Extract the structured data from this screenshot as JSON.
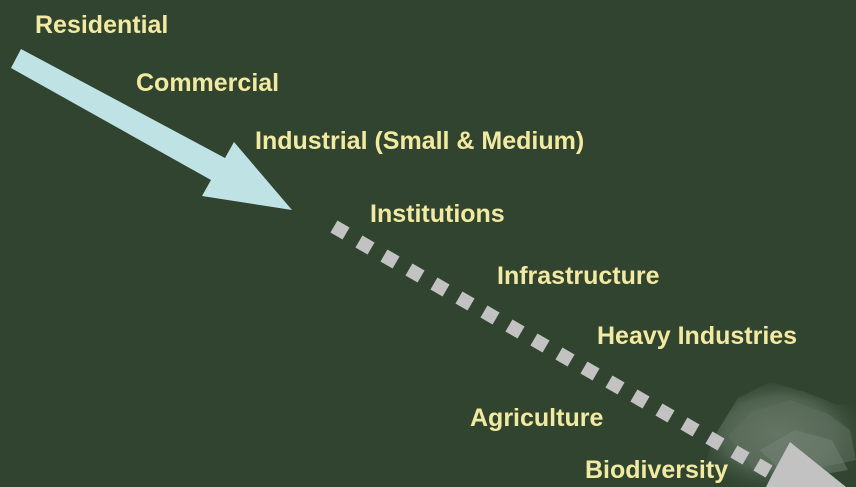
{
  "colors": {
    "background": "#304430",
    "label_text": "#f3eaa2",
    "solid_arrow": "#bfe3e5",
    "dotted_arrow": "#c2c2c2",
    "photo_patch": "#566858"
  },
  "labels": {
    "residential": "Residential",
    "commercial": "Commercial",
    "industrial": "Industrial (Small & Medium)",
    "institutions": "Institutions",
    "infrastructure": "Infrastructure",
    "heavy_industries": "Heavy Industries",
    "agriculture": "Agriculture",
    "biodiversity": "Biodiversity"
  }
}
